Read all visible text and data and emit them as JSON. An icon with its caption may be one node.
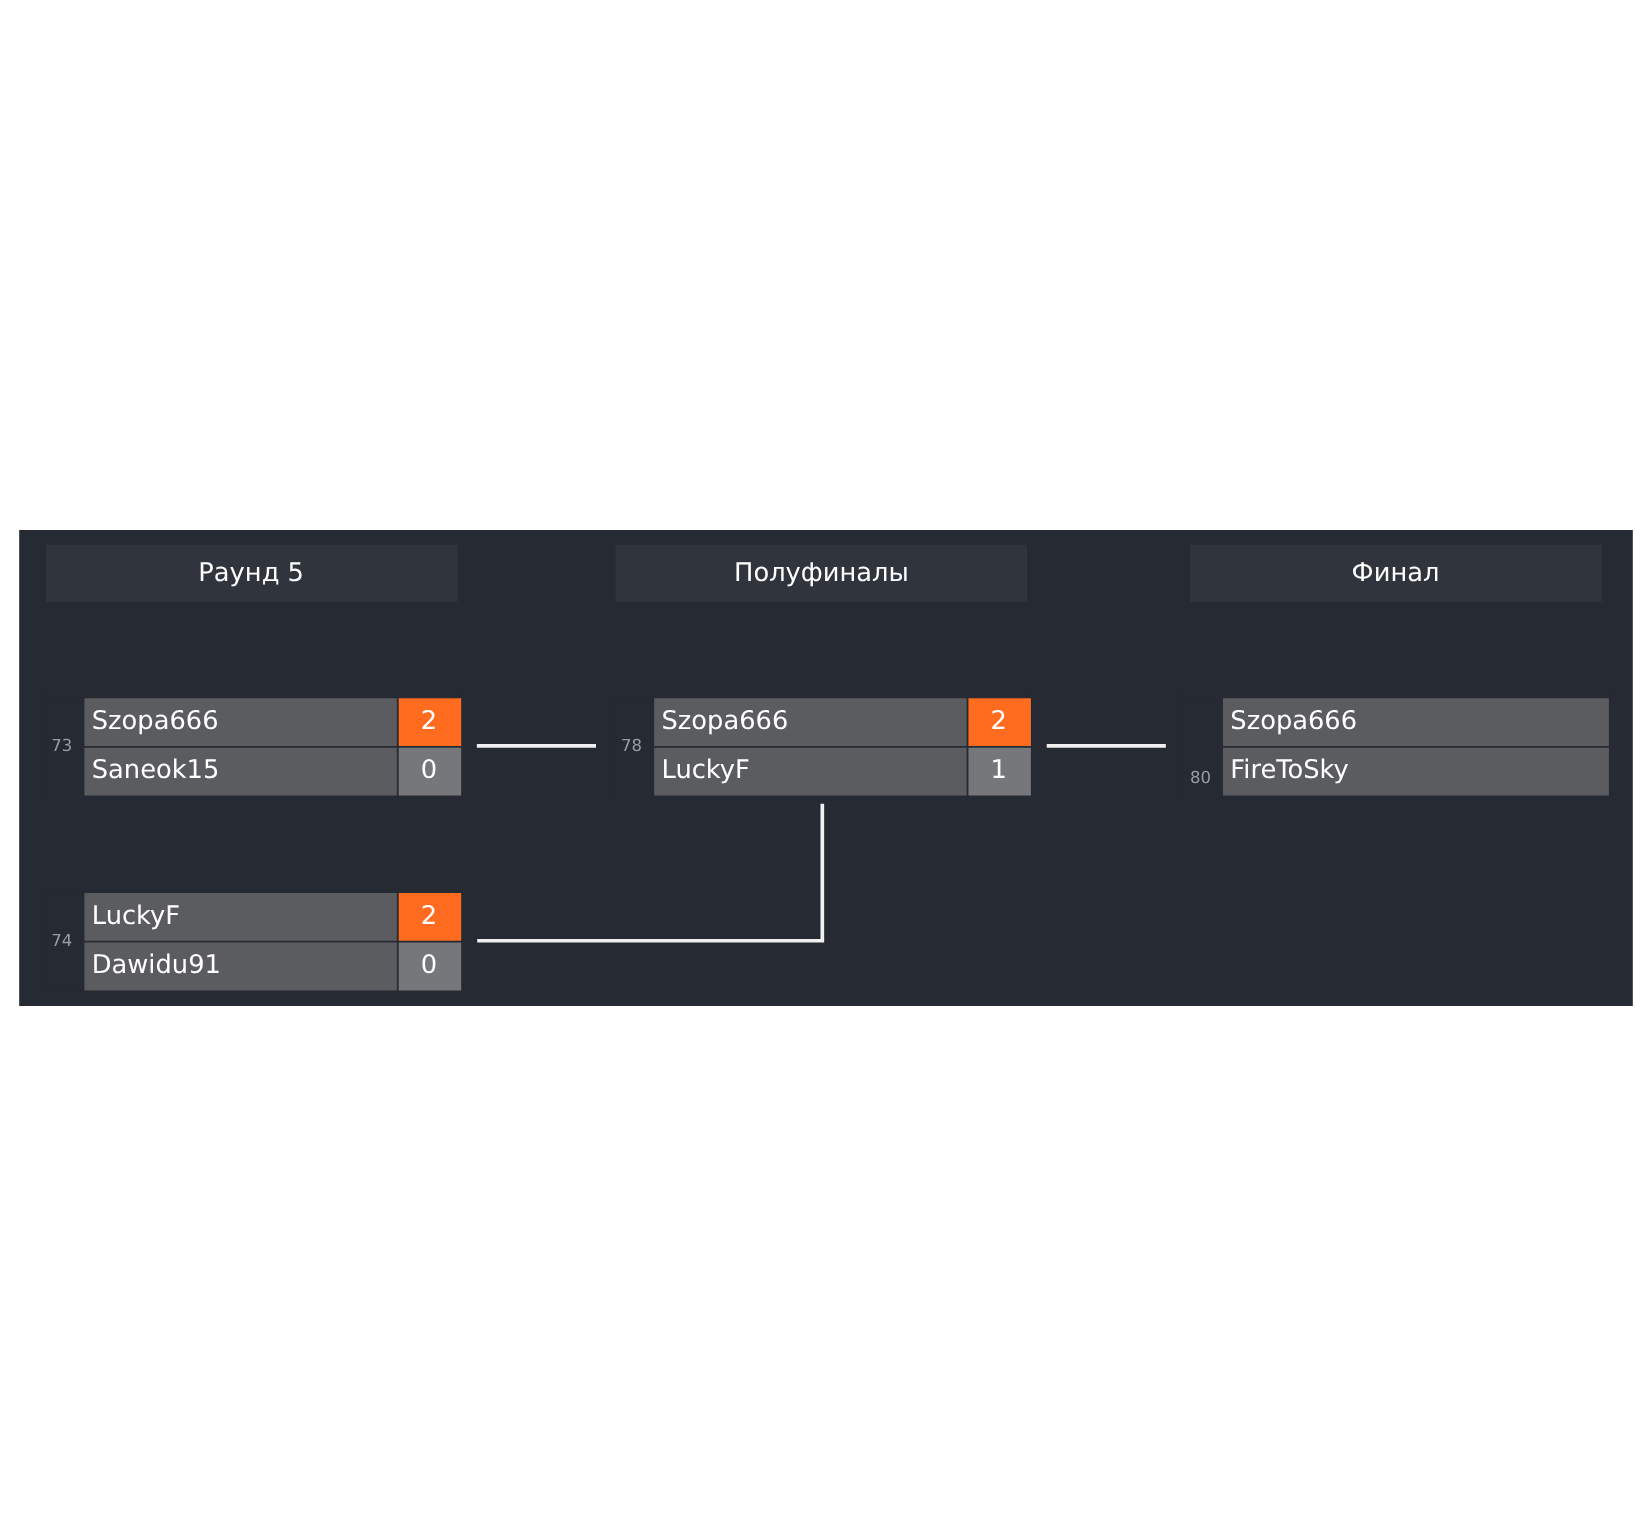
{
  "diagram": {
    "nodes": [
      {
        "text": [
          "Szopa666",
          "2",
          "Saneok15",
          "0"
        ],
        "beside": [
          "73"
        ]
      },
      {
        "text": [
          "LuckyF",
          "2",
          "Dawidu91",
          "0"
        ],
        "beside": [
          "74"
        ]
      },
      {
        "text": [
          "Szopa666",
          "2",
          "LuckyF",
          "1"
        ],
        "beside": [
          "78"
        ]
      },
      {
        "text": [
          "Szopa666",
          "FireToSky"
        ],
        "beside": [
          "80"
        ]
      }
    ],
    "edges": [
      {
        "from": 0,
        "to": 2,
        "arrow": "none"
      },
      {
        "from": 1,
        "to": 2,
        "arrow": "none"
      },
      {
        "from": 2,
        "to": 3,
        "arrow": "none"
      }
    ],
    "labels": [
      "Раунд 5",
      "Полуфиналы",
      "Финал"
    ]
  }
}
